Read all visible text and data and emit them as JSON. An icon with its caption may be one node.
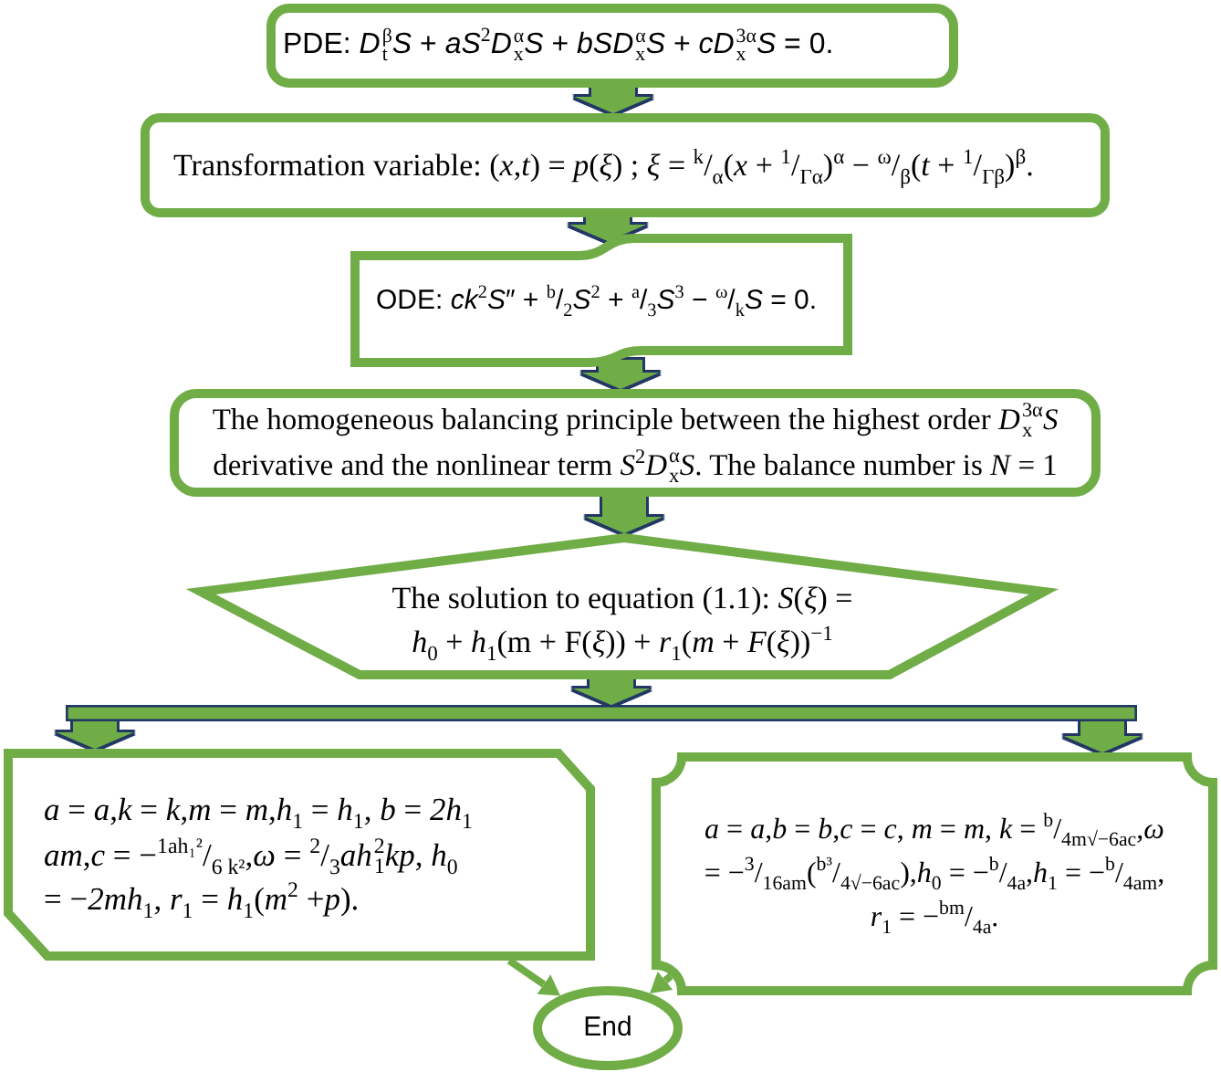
{
  "diagram": {
    "nodes": [
      {
        "text": [
          "PDE: *D*$_{t}$$^{β}$*S* + *aS*$^{2}$*D*$_{x}$$^{α}$*S* + *bSD*$_{x}$$^{α}$*S* + *cD*$_{x}$$^{3α}$*S* = 0."
        ]
      },
      {
        "text": [
          "Transformation variable: (*x*,*t*) = *p*(*ξ*) ; *ξ* = $^{k}$/$_{α}$(*x* + $^{1}$/$_{Γα}$)$^{α}$ − $^{ω}$/$_{β}$(*t* + $^{1}$/$_{Γβ}$)$^{β}$."
        ]
      },
      {
        "text": [
          "ODE: *ck*$^{2}$*S*″ + $^{b}$/$_{2}$*S*$^{2}$ + $^{a}$/$_{3}$*S*$^{3}$ − $^{ω}$/$_{k}$*S* = 0."
        ]
      },
      {
        "text": [
          "The homogeneous balancing principle between the highest order *D*$_{x}$$^{3α}$*S* derivative and the nonlinear term *S*$^{2}$*D*$_{x}$$^{α}$*S*. The balance number is *N* = 1"
        ]
      },
      {
        "text": [
          "The solution to equation (1.1): *S*(*ξ*) = *h*$_{0}$ + *h*$_{1}$(m + F(*ξ*)) + *r*$_{1}$(*m* + *F*(*ξ*))$^{−1}$"
        ]
      },
      {
        "text": [],
        "shape": "bar"
      },
      {
        "text": [
          "*a* = *a*,*k* = *k*,*m* = *m*,*h*$_{1}$ = *h*$_{1}$, *b* = *2h*$_{1}$ *am*,*c* = −$^{1ah₁²}$/$_{6 k²}$,*ω* = $^{2}$/$_{3}$*ah*$_{1}$$^{2}$*kp*, *h*$_{0}$ = −*2mh*$_{1}$, *r*$_{1}$ = *h*$_{1}$(*m*$^{2}$ +*p*)."
        ]
      },
      {
        "text": [
          "*a* = *a*,*b* = *b*,*c* = *c*, *m* = *m*, *k* = $^{b}$/$_{4m√−6ac}$,*ω* = −$^{3}$/$_{16am}$($^{b³}$/$_{4√−6ac}$),*h*$_{0}$ = −$^{b}$/$_{4a}$,*h*$_{1}$ = −$^{b}$/$_{4am}$, *r*$_{1}$ = −$^{bm}$/$_{4a}$."
        ]
      },
      {
        "text": [
          "End"
        ]
      }
    ],
    "edges": [
      {
        "from": 0,
        "to": 1,
        "arrow": "to"
      },
      {
        "from": 1,
        "to": 2,
        "arrow": "to"
      },
      {
        "from": 2,
        "to": 3,
        "arrow": "to"
      },
      {
        "from": 3,
        "to": 4,
        "arrow": "to"
      },
      {
        "from": 4,
        "to": 5,
        "arrow": "to"
      },
      {
        "from": 5,
        "to": 6,
        "arrow": "to"
      },
      {
        "from": 5,
        "to": 7,
        "arrow": "to"
      },
      {
        "from": 6,
        "to": 8,
        "arrow": "to"
      },
      {
        "from": 7,
        "to": 8,
        "arrow": "to"
      }
    ]
  }
}
